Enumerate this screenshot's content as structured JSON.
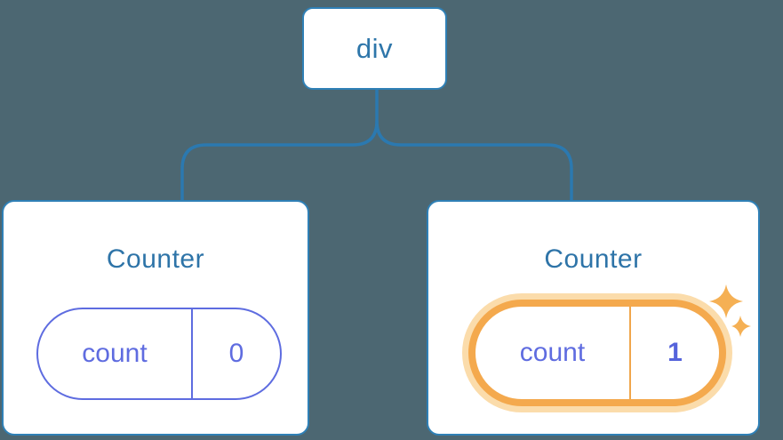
{
  "colors": {
    "background": "#4c6772",
    "node_fill": "#ffffff",
    "node_border_blue": "#2f80b6",
    "tree_line_blue": "#2b79b0",
    "node_text_blue": "#2e76aa",
    "title_text_blue": "#2e74a8",
    "state_purple": "#5f6ce0",
    "highlight_orange": "#f4a94d",
    "highlight_halo_orange": "#fbdcab",
    "sparkle_orange": "#f5b054"
  },
  "tree": {
    "root": {
      "label": "div"
    },
    "children": [
      {
        "title": "Counter",
        "state": {
          "name": "count",
          "value": "0"
        },
        "highlighted": false
      },
      {
        "title": "Counter",
        "state": {
          "name": "count",
          "value": "1"
        },
        "highlighted": true
      }
    ]
  }
}
